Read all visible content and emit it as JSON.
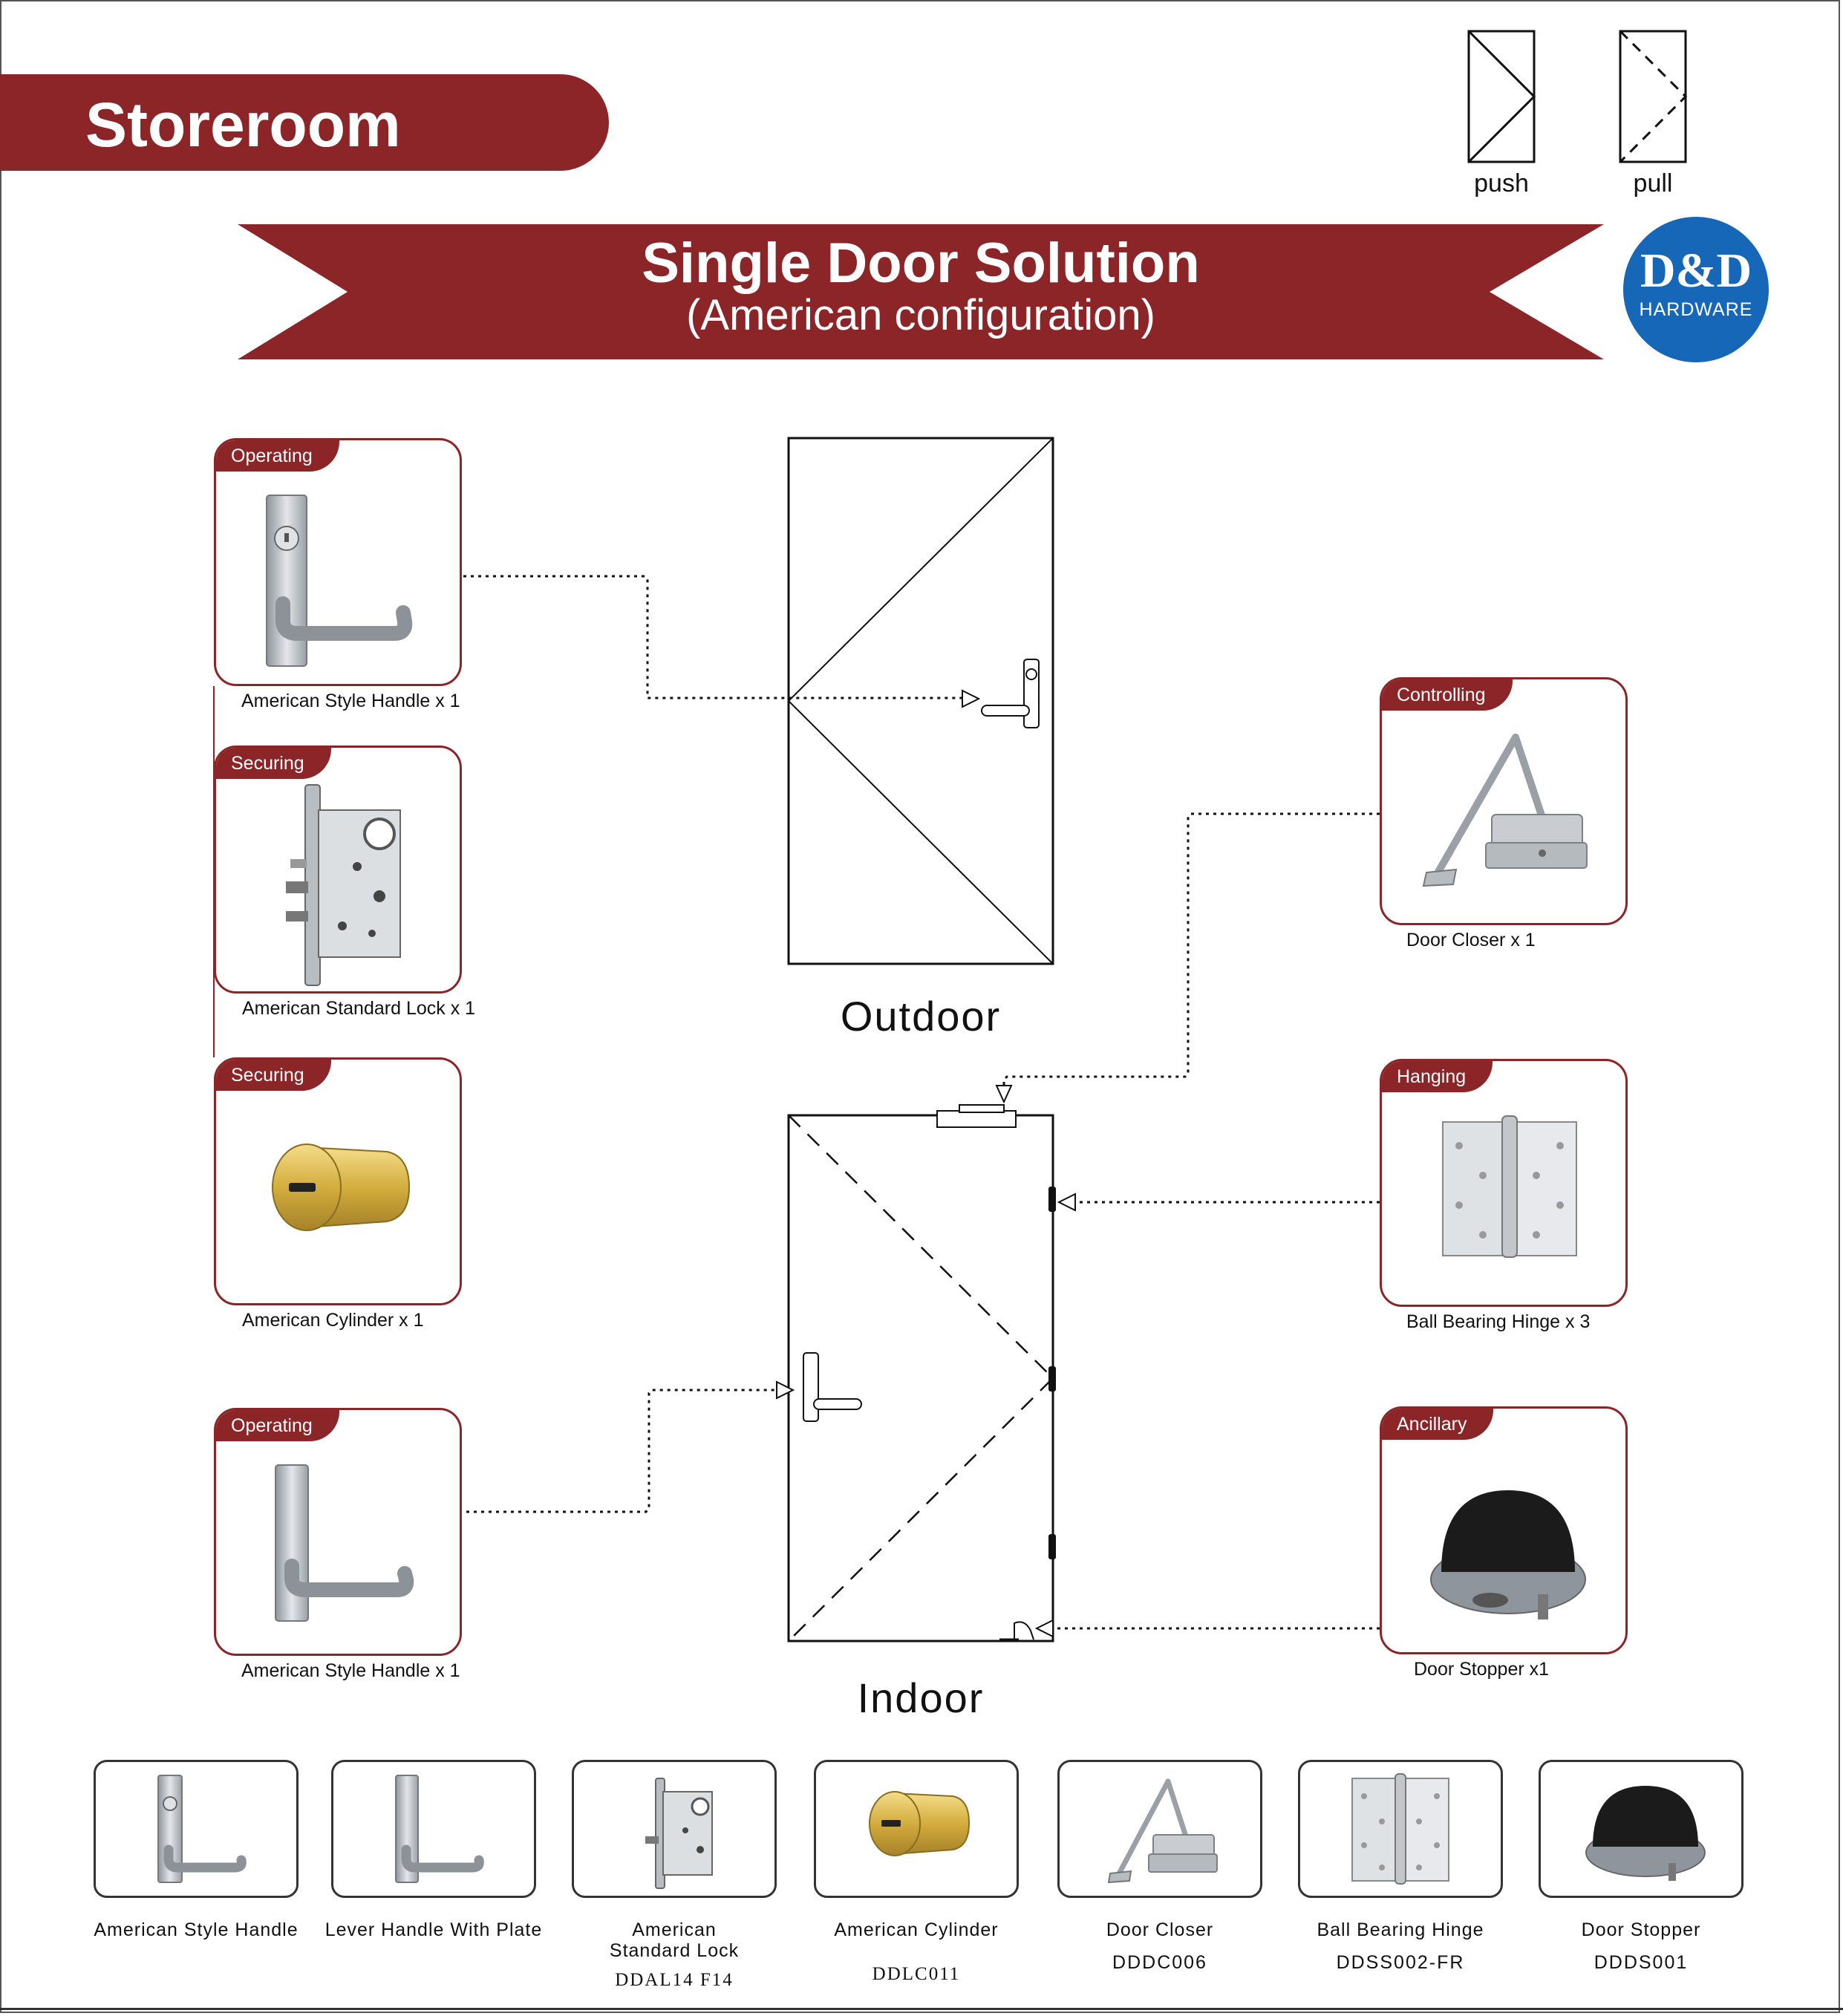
{
  "page": {
    "title": "Storeroom",
    "banner_title": "Single Door Solution",
    "banner_subtitle": "(American configuration)"
  },
  "legend": {
    "push_label": "push",
    "pull_label": "pull"
  },
  "logo": {
    "main": "D&D",
    "sub": "HARDWARE"
  },
  "doors": {
    "outdoor_label": "Outdoor",
    "indoor_label": "Indoor"
  },
  "cards": {
    "left": [
      {
        "category": "Operating",
        "caption": "American Style Handle x 1"
      },
      {
        "category": "Securing",
        "caption": "American Standard Lock x 1"
      },
      {
        "category": "Securing",
        "caption": "American Cylinder x 1"
      },
      {
        "category": "Operating",
        "caption": "American Style Handle x 1"
      }
    ],
    "right": [
      {
        "category": "Controlling",
        "caption": "Door Closer x 1"
      },
      {
        "category": "Hanging",
        "caption": "Ball Bearing Hinge x 3"
      },
      {
        "category": "Ancillary",
        "caption": "Door Stopper x1"
      }
    ]
  },
  "products": [
    {
      "name": "American Style Handle",
      "name2": "",
      "code": ""
    },
    {
      "name": "Lever Handle With Plate",
      "name2": "",
      "code": ""
    },
    {
      "name": "American",
      "name2": "Standard Lock",
      "code": "DDAL14 F14"
    },
    {
      "name": "American Cylinder",
      "name2": "",
      "code": "DDLC011"
    },
    {
      "name": "Door Closer",
      "name2": "",
      "code": "DDDC006"
    },
    {
      "name": "Ball Bearing Hinge",
      "name2": "",
      "code": "DDSS002-FR"
    },
    {
      "name": "Door Stopper",
      "name2": "",
      "code": "DDDS001"
    }
  ],
  "colors": {
    "brand_red": "#8b2528",
    "logo_blue": "#1767b8"
  }
}
